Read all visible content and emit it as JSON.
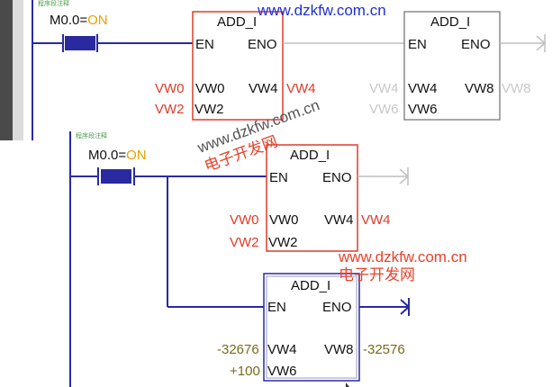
{
  "top": {
    "comment": "程序段注释",
    "contact": {
      "addr": "M0.0=",
      "state": "ON"
    },
    "block1": {
      "title": "ADD_I",
      "en": "EN",
      "eno": "ENO",
      "in1_val": "VW0",
      "in1": "VW0",
      "out_param": "VW4",
      "out_val": "VW4",
      "in2_val": "VW2",
      "in2": "VW2"
    },
    "block2": {
      "title": "ADD_I",
      "en": "EN",
      "eno": "ENO",
      "in1_val": "VW4",
      "in1": "VW4",
      "out_param": "VW8",
      "out_val": "VW8",
      "in2_val": "VW6",
      "in2": "VW6"
    }
  },
  "bottom": {
    "comment": "程序段注释",
    "contact": {
      "addr": "M0.0=",
      "state": "ON"
    },
    "block1": {
      "title": "ADD_I",
      "en": "EN",
      "eno": "ENO",
      "in1_val": "VW0",
      "in1": "VW0",
      "out_param": "VW4",
      "out_val": "VW4",
      "in2_val": "VW2",
      "in2": "VW2"
    },
    "block2": {
      "title": "ADD_I",
      "en": "EN",
      "eno": "ENO",
      "in1_val": "-32676",
      "in1": "VW4",
      "out_param": "VW8",
      "out_val": "-32576",
      "in2_val": "+100",
      "in2": "VW6"
    }
  },
  "watermark": {
    "site": "www.dzkfw.com.cn",
    "cn": "电子开发网"
  },
  "colors": {
    "power": "#2a2aa0",
    "energized": "#2a2aa0",
    "red": "#e03a28",
    "gray": "#bdbdbd",
    "olive": "#7a6a1a",
    "orange": "#e8a000"
  }
}
